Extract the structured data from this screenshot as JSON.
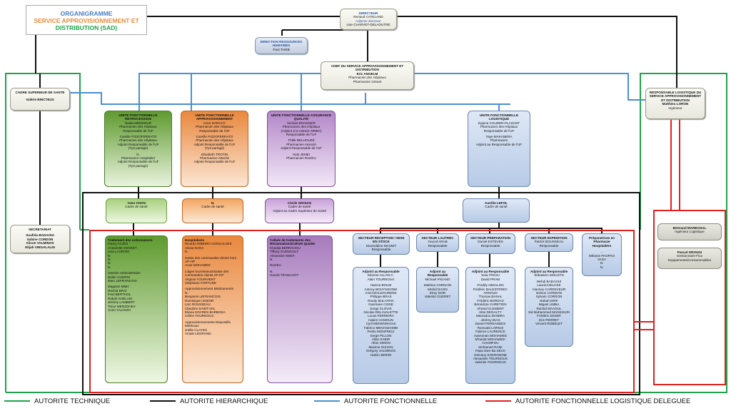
{
  "title": {
    "line1": "ORGANIGRAMME",
    "line2": "SERVICE APPROVISIONNEMENT ET",
    "line3": "DISTRIBUTION (SAD)"
  },
  "colors": {
    "technique": "#1fa34a",
    "hierarchique": "#111111",
    "fonctionnelle": "#4a8fd1",
    "logistique": "#e02020"
  },
  "boxes": {
    "directeur": [
      "DIRECTEUR",
      "Renaud CATELAND",
      "Adjointe directeur",
      "Lise CHARVET-DELAOUTRE"
    ],
    "drh": [
      "DIRECTION RESSOURCES HUMAINES",
      "Paul TAIEB"
    ],
    "chef_service": [
      "CHEF DU SERVICE APPROVISIONNEMENT ET DISTRIBUTION",
      "Eric ANGELM",
      "Pharmacien des Hôpitaux",
      "Pharmacien Gérant"
    ],
    "cadre_sup": [
      "CADRE SUPERIEUR DE SANTE",
      "Valérie BINCTEUX"
    ],
    "resp_logistique": [
      "RESPONSABLE LOGISTIQUE DU SERVICE APPROVISIONNEMENT ET DISTRIBUTION",
      "Matthieu LORON",
      "Ingénieur"
    ],
    "secretariat": [
      "SECRETARIAT",
      "Soufida BADAOUI",
      "Sabine CORDON",
      "Alison VALMINOS",
      "Elijah VINGALALIN"
    ],
    "uf_retro": [
      "UNITE FONCTIONNELLE RETROCESSION",
      "Nadia MEDDOUR",
      "Pharmacien des Hôpitaux",
      "Responsable de l'UF",
      "",
      "Camille PIZZOFERRATO",
      "Pharmacien des Hôpitaux",
      "Adjoint Responsable de l'UF",
      "(Tps partagé)",
      "",
      "N.",
      "Pharmacien Hospitalier",
      "Adjoint Responsable de l'UF",
      "(Tps partagé)"
    ],
    "uf_appro": [
      "UNITE FONCTIONNELLE APPROVISIONNEMENT",
      "Anne DARCHY",
      "Pharmacien des Hôpitaux",
      "Responsable de l'UF",
      "",
      "Camille PIZZOFERRATO",
      "Pharmacien des Hôpitaux",
      "Adjoint Responsable de l'UF",
      "(Tps partagé)",
      "",
      "Elisabeth TROTIN",
      "Pharmacien Attaché",
      "Adjoint Responsable de l'UF"
    ],
    "uf_qualite": [
      "UNITE FONCTIONNELLE ASSURANCE QUALITE",
      "Nicolas BRASSIER",
      "Pharmacien des Hôpitaux",
      "(Adjoint à la mission NRBC)",
      "Responsable de l'UF",
      "",
      "Thibk BELHOUZE",
      "Pharmacien Associé",
      "Adjoint Responsable de l'UF",
      "",
      "Hala JEMEI",
      "Pharmacien Res/EU"
    ],
    "uf_logistique": [
      "UNITE FONCTIONNELLE LOGISTIQUE",
      "Eguine COUDER-PLASANT",
      "Pharmacien des Hôpitaux",
      "Responsable de l'UF",
      "",
      "Yaye MAKANERA",
      "Pharmacien",
      "Adjoint au Responsable de l'UF"
    ],
    "cadre_yann": [
      "Yann CHAN",
      "Cadre de santé"
    ],
    "cadre_n": [
      "N.",
      "Cadre de santé"
    ],
    "cadre_cecile": [
      "Cécile GROUGI",
      "Cadre de santé",
      "Adjoint au Cadre Supérieur de Santé"
    ],
    "cadre_aurelie": [
      "Aurélie LEFOL",
      "Cadre de santé"
    ],
    "col_green": [
      "Traitement des ordonnances",
      "Fanny ALVES",
      "Antoinette CENSET",
      "Lina LAURION",
      "N.",
      "N.",
      "N.",
      "N.",
      "",
      "Gestion Administrative",
      "Didier GUERIN",
      "Marc LEFRANCOIS",
      "",
      "Magasin MMH",
      "Rachid BRAÏ",
      "Fred BERTHOL",
      "Rabah KHELADI",
      "Jérémy LAMBERT",
      "Timur MERZOHEV",
      "Anrio YALOUNI"
    ],
    "col_orange": [
      "Hospitalisés",
      "Ricardo RIBEIRO GONCALVES",
      "Alexia NANA",
      "N.",
      "",
      "Saisie des commandes clients hors AP-HP",
      "Anas MOHAMED",
      "",
      "Litiges fournisseurs/saisie des commandes clients AP-HP",
      "Virginie FOURVIENT",
      "Stéphanie FORTUNE",
      "",
      "Approvisionnement Médicaments",
      "N.",
      "Benjamin LEFRANCOIS",
      "Dominique LENOIR",
      "Loïc ROUSSEAU",
      "Claudine SAINT-VAL",
      "Eliana SOARES BARBOSA",
      "Céline TOURNOUX",
      "",
      "Approvisionnements Dispositifs Médicaux",
      "Joëlle CLAYES",
      "Amale LEGRAND"
    ],
    "col_purple": [
      "Cellule de traitements des Réclamations/Cellule Qualité",
      "Khadija BERRAHOU",
      "Tiffany GUENOULT",
      "Alexandre SMET",
      "N.",
      "",
      "Res/EU",
      "",
      "N.",
      "Harold TRANCHOT"
    ],
    "sec_reception": [
      "SECTEUR RECEPTION / MISE EN STOCK",
      "Noureddine NOUNIT",
      "Responsable"
    ],
    "sec_lautrec": [
      "SECTEUR LAUTREC",
      "Youcef ARAB",
      "Responsable"
    ],
    "sec_preparation": [
      "SECTEUR PREPARATION",
      "Daniel ESTEVES",
      "Responsable"
    ],
    "sec_expedition": [
      "SECTEUR EXPEDITION",
      "Patrick BOUSSEAU",
      "Responsable"
    ],
    "preparatrices": [
      "Préparatrices en Pharmacie Hospitalière",
      "",
      "...",
      "Mélanie PAOPAO VASA",
      "N.",
      "N."
    ],
    "list_reception": [
      "Adjoint au Responsable",
      "Etienne ALLAN C.",
      "Alain TOURNOUX",
      "",
      "Hamza BOUM",
      "Antony BOUYSSONIE",
      "Amid BOUZOURENE",
      "Philippe BRAS",
      "Randy BULAYRIA",
      "Ousmane CISSE",
      "Serge CLOVIS",
      "Nicolas DELAVALETTE",
      "Lucas FERREIRA",
      "Hakim HAMOUN",
      "Cyril MEHENNAOUI",
      "Fabrice MENANZAMBI",
      "Pedro MONFREUI",
      "Serge PILLON",
      "Allan SABIR",
      "Allan SIMON",
      "Maxime SUIVAN",
      "Grégory VALMINOS",
      "Hakim ZERIRI"
    ],
    "list_lautrec": [
      "Adjoint au Responsable",
      "Michael PIGANO",
      "",
      "Mathieu CHENAIN",
      "Mehdi DAVIN",
      "Elroy DOR",
      "Valentin GUERET"
    ],
    "list_preparation": [
      "Adjoint au Responsable",
      "Seia TROJU",
      "David PRAM",
      "",
      "Freddy ABSALON",
      "Frédéric BALESTRINO-ARNAUD",
      "Thomas BANAL",
      "Frédéric BORDAS",
      "Bénédicte CHRETIEN",
      "Ahmed CLEMENT",
      "Kitoi DEGALTY",
      "Mamadou DIABIRA",
      "Jérémy DIAS",
      "Daniel FERNANDES",
      "Romuald LORIUS",
      "Fabrice LAURENCE",
      "Aasroman MOHAMED",
      "M'barak MOHAMED-CHAMFOU",
      "Mohamed RAMI",
      "Papa Sam Ba SECK",
      "Osmany SOKRONINE",
      "Alexandre TOURNOUX",
      "Valentin TOURNOUX"
    ],
    "list_expedition": [
      "Adjoint au Responsable",
      "Sébastien MOUSTN",
      "",
      "Mehdi BADAOUI",
      "Laurent BILCKE",
      "Vianney CARDEVEUR",
      "Nelson CORDON",
      "Sylvain CORDON",
      "Rabah DRIF",
      "Miguel LIMBA",
      "Rachid MAAOUL",
      "Sid Mohammed MANSOURI",
      "Frédéric ZESER",
      "Eric PERRET",
      "Vincent ROBELET"
    ],
    "bertrand": [
      "Bertrand MARECHAL",
      "Ingénieur Logistique"
    ],
    "pascal": [
      "Pascal GROUGI",
      "Gestionnaire Flux Equipements/Consommables"
    ]
  },
  "legend": {
    "technique": "AUTORITE TECHNIQUE",
    "hierarchique": "AUTORITE HIERARCHIQUE",
    "fonctionnelle": "AUTORITE FONCTIONNELLE",
    "logistique": "AUTORITE FONCTIONNELLE LOGISTIQUE DELEGUEE"
  }
}
